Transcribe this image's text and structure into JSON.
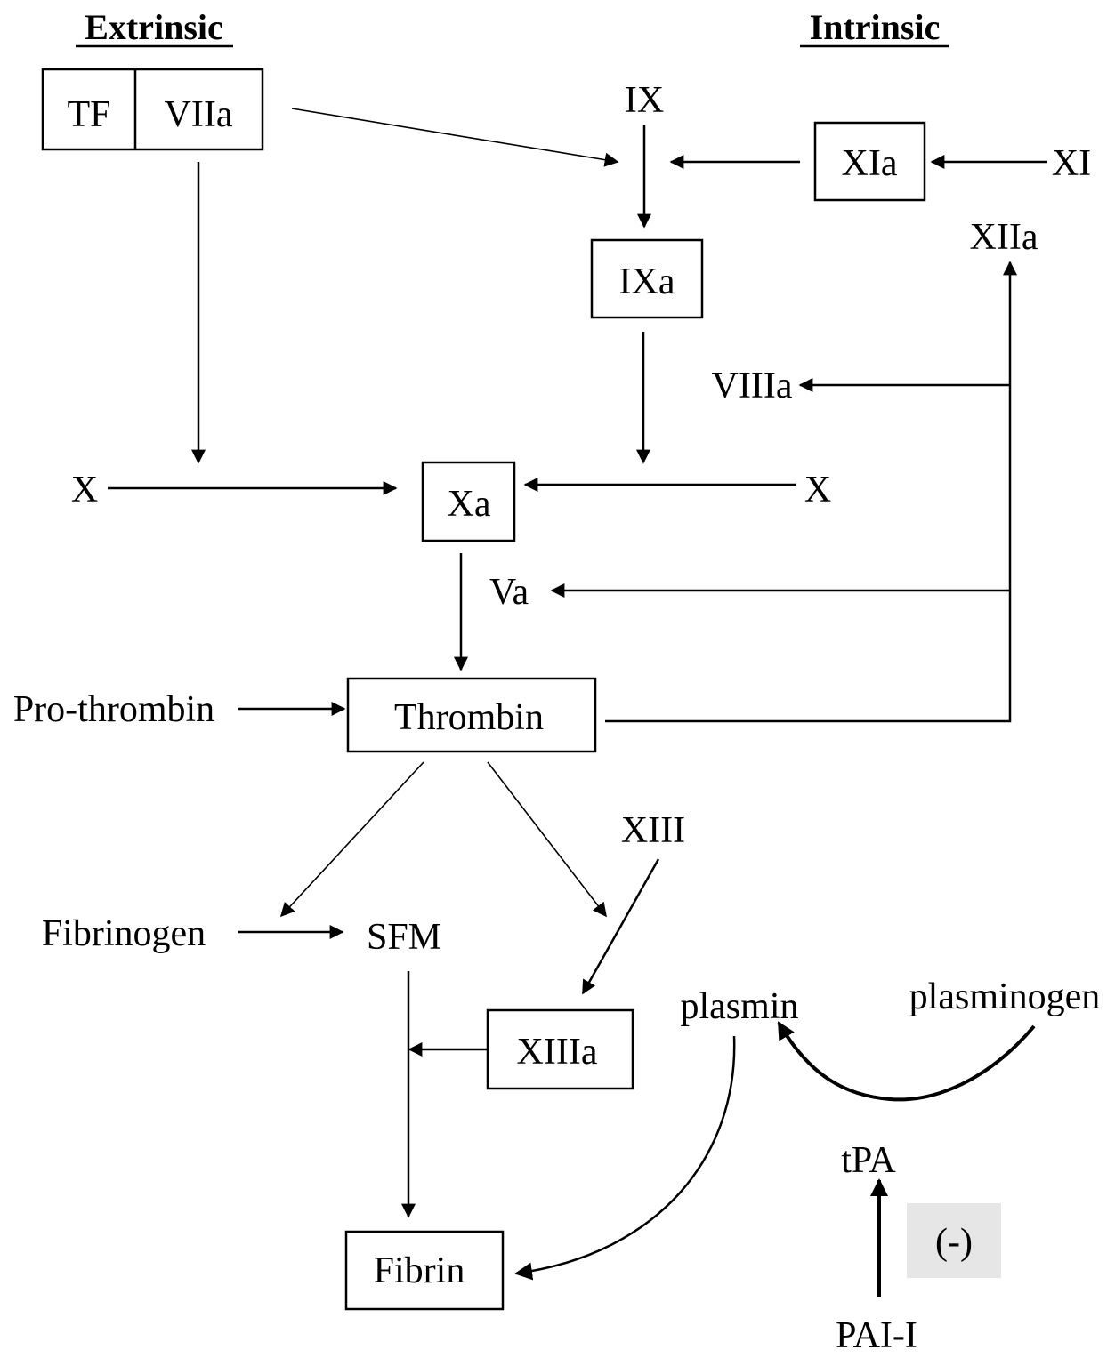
{
  "headers": {
    "extrinsic": "Extrinsic",
    "intrinsic": "Intrinsic"
  },
  "nodes": {
    "tf": "TF",
    "viia": "VIIa",
    "ix": "IX",
    "xia": "XIa",
    "xi": "XI",
    "xiia": "XIIa",
    "ixa": "IXa",
    "viiia": "VIIIa",
    "x_left": "X",
    "xa": "Xa",
    "x_right": "X",
    "va": "Va",
    "prothrombin": "Pro-thrombin",
    "thrombin": "Thrombin",
    "xiii": "XIII",
    "fibrinogen": "Fibrinogen",
    "sfm": "SFM",
    "xiiia": "XIIIa",
    "plasmin": "plasmin",
    "plasminogen": "plasminogen",
    "tpa": "tPA",
    "inhibit": "(-)",
    "pai": "PAI-I",
    "fibrin": "Fibrin"
  },
  "colors": {
    "stroke": "#000000",
    "background": "#ffffff",
    "inhibit_fill": "#e6e6e6"
  }
}
